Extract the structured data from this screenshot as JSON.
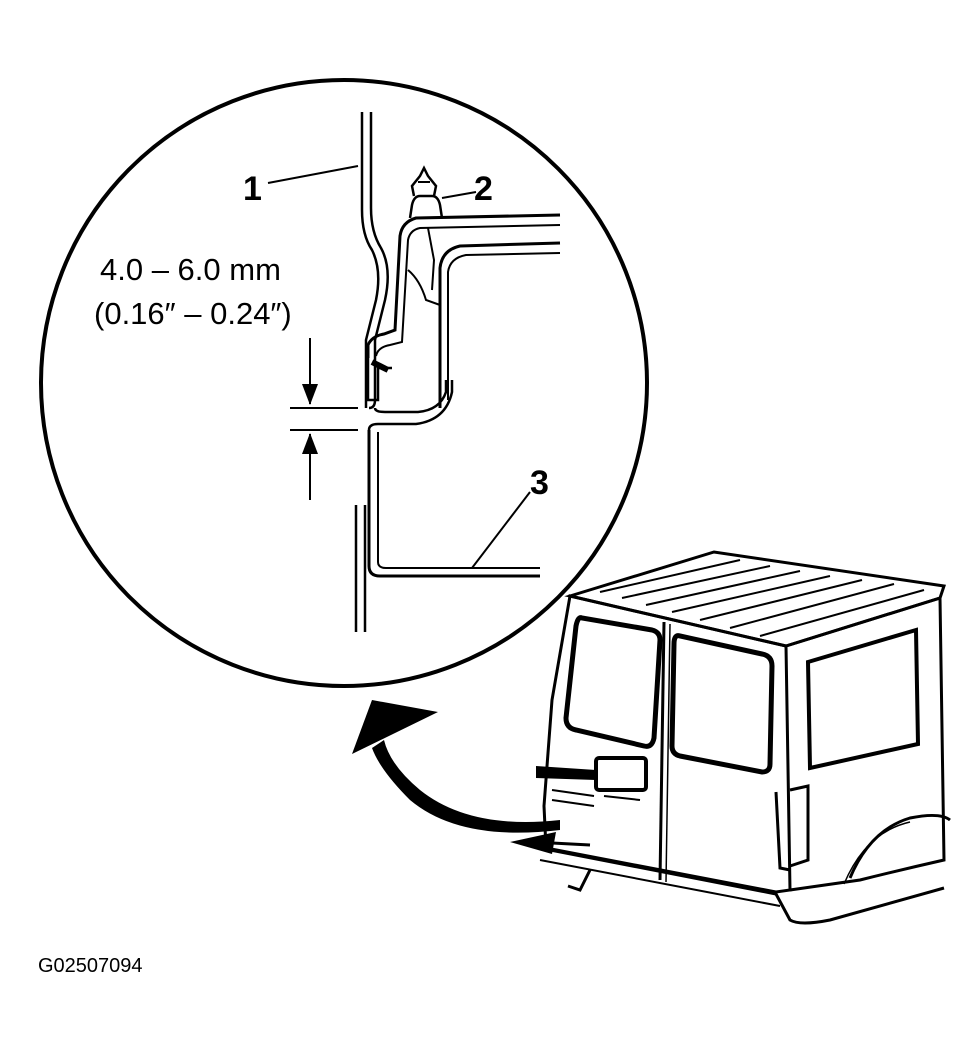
{
  "callouts": {
    "one": "1",
    "two": "2",
    "three": "3"
  },
  "dimension": {
    "metric": "4.0 – 6.0 mm",
    "imperial": "(0.16″ – 0.24″)"
  },
  "figure_id": "G02507094",
  "colors": {
    "ink": "#000000",
    "paper": "#ffffff"
  }
}
